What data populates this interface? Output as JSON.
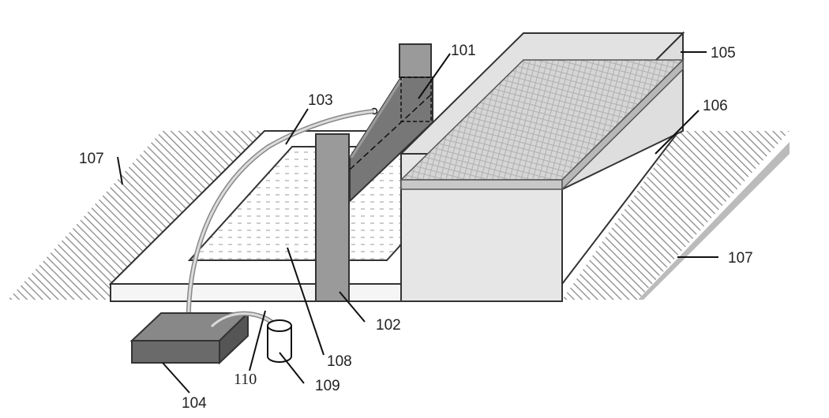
{
  "labels": {
    "l101": "101",
    "l102": "102",
    "l103": "103",
    "l104": "104",
    "l105": "105",
    "l106": "106",
    "l107_left": "107",
    "l107_right": "107",
    "l108": "108",
    "l109": "109",
    "l110": "110"
  },
  "colors": {
    "hatch": "#8a8a8a",
    "platform": "#f5f5f5",
    "post": "#9a9a9a",
    "bar_dark": "#777777",
    "block_front": "#e6e6e6",
    "lid": "#d9d9d9",
    "mesh": "#c8c8c8",
    "pump": "#6a6a6a",
    "tube": "#bdbdbd"
  }
}
